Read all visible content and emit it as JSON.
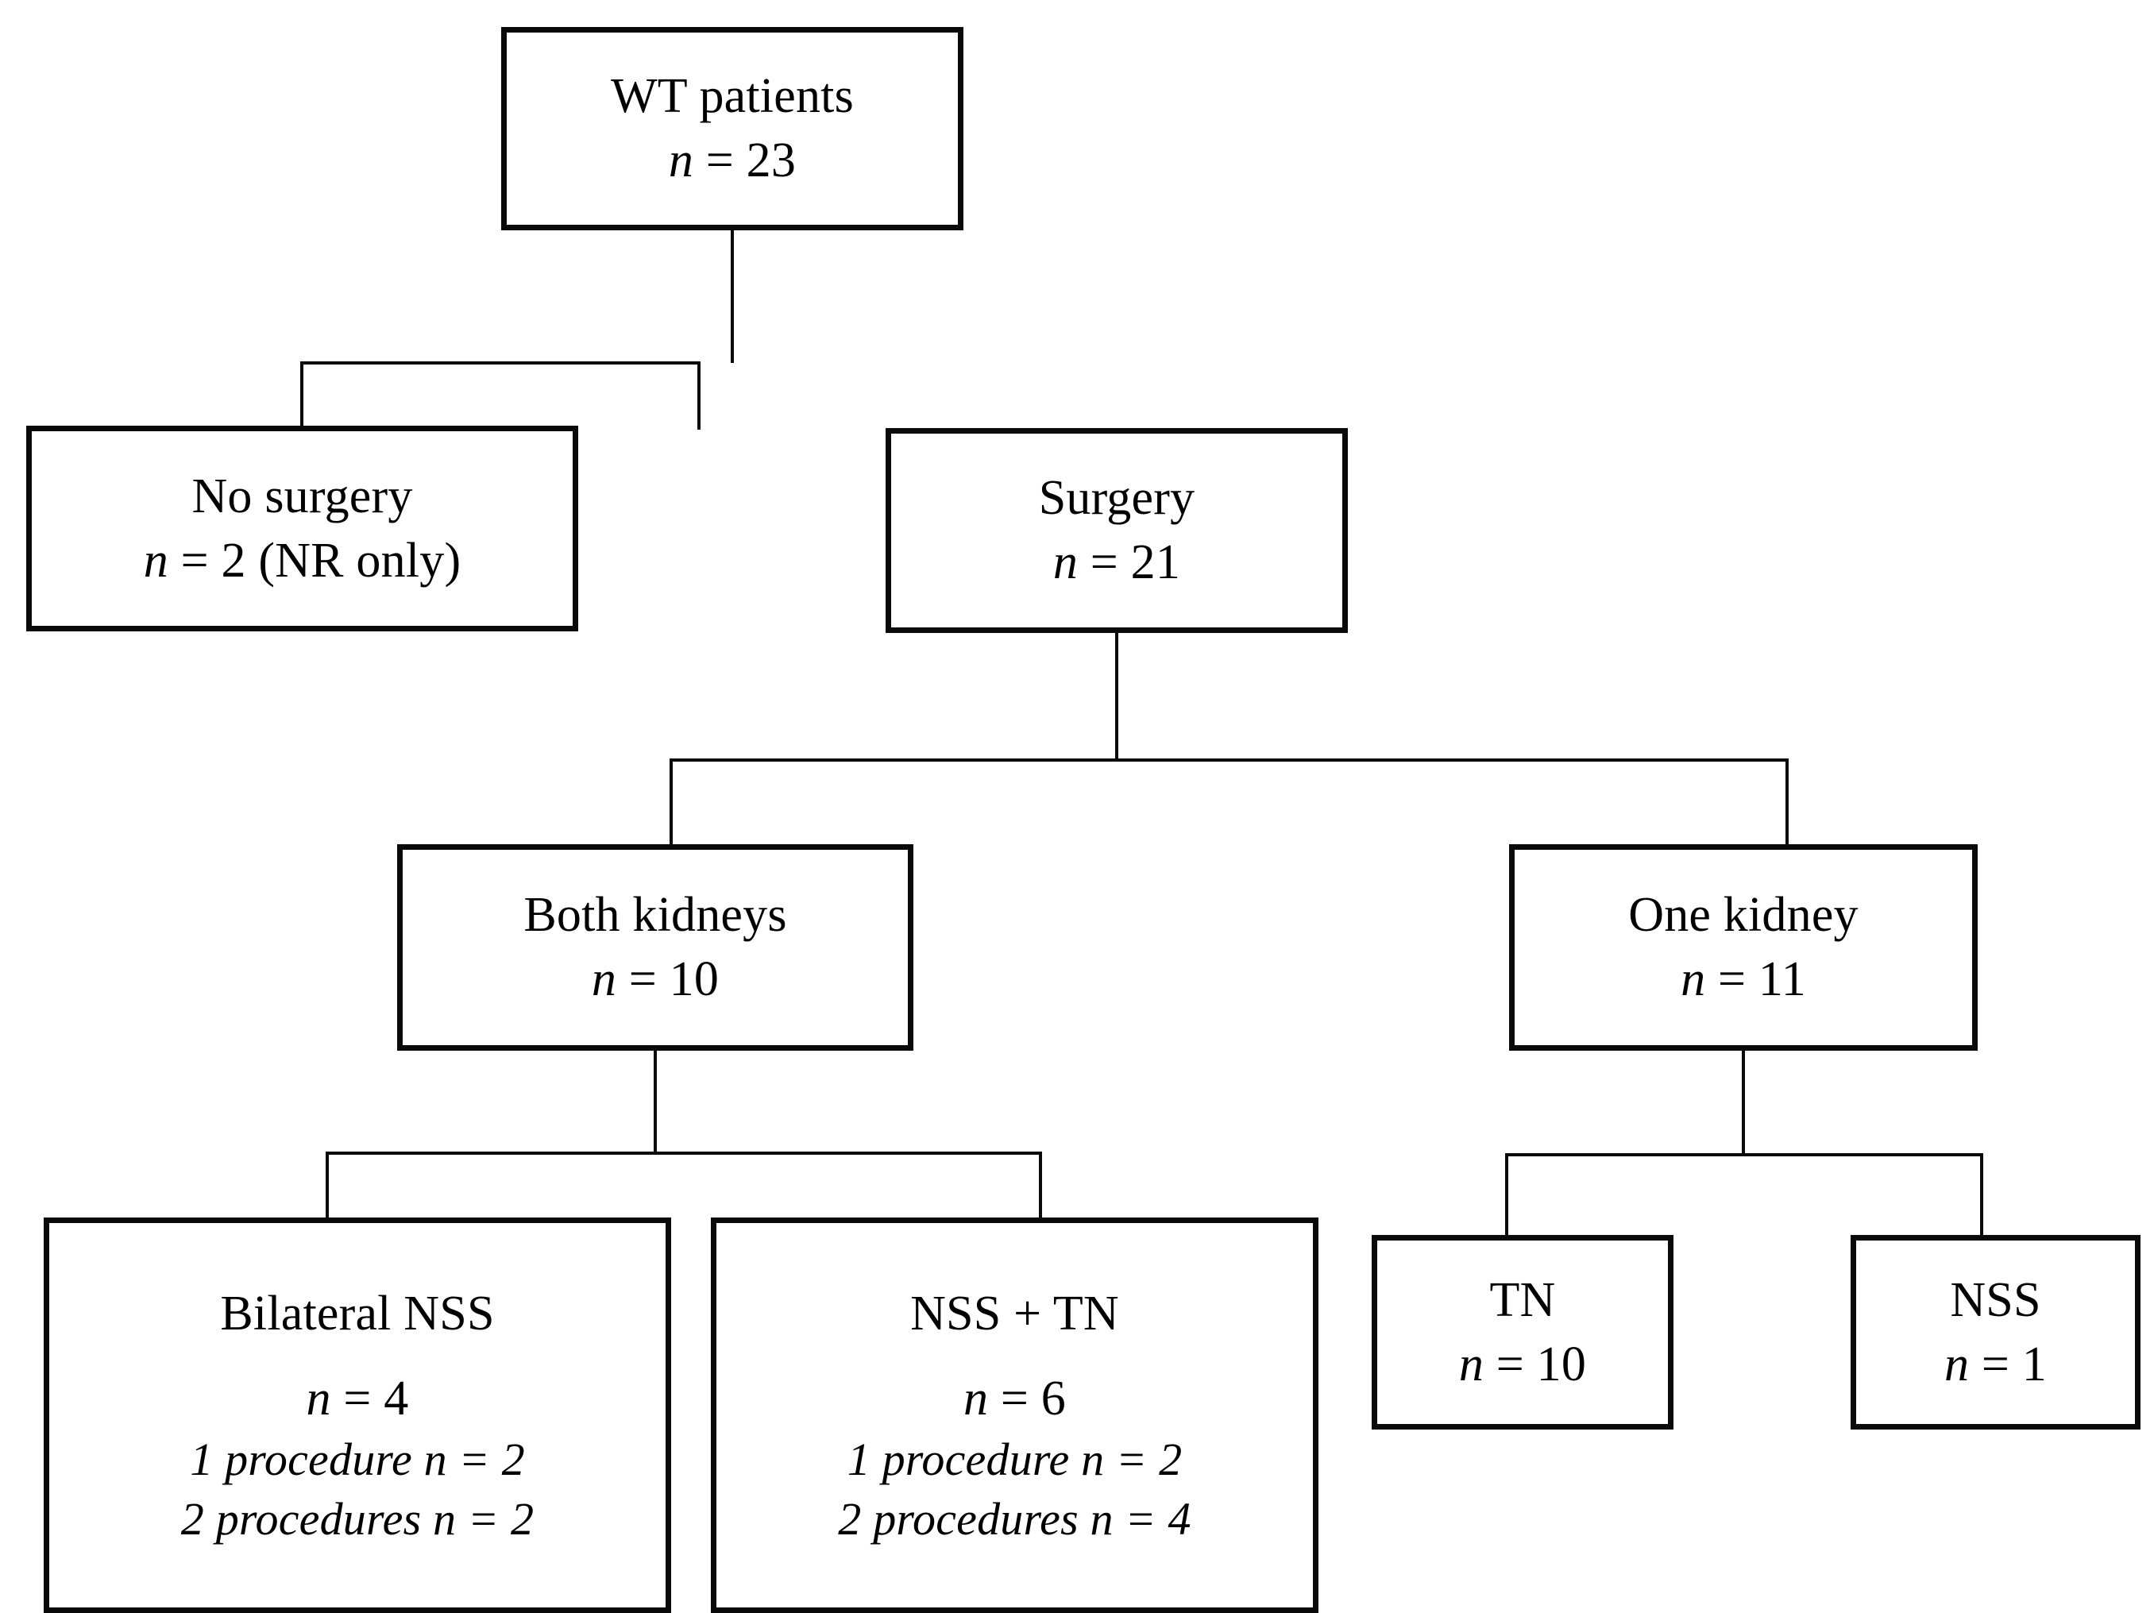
{
  "chart_data": {
    "type": "diagram",
    "diagram_kind": "flowchart",
    "title": "",
    "orientation": "top-down",
    "colors": {
      "box_border": "#0a0a0a",
      "connector": "#0a0a0a",
      "background": "#ffffff",
      "text": "#000000"
    },
    "nodes": [
      {
        "id": "wt",
        "label": "WT patients",
        "count_label": "n = 23",
        "n": 23,
        "level": 0
      },
      {
        "id": "no_surgery",
        "label": "No surgery",
        "count_label": "n = 2 (NR only)",
        "n": 2,
        "level": 1,
        "note": "NR only"
      },
      {
        "id": "surgery",
        "label": "Surgery",
        "count_label": "n = 21",
        "n": 21,
        "level": 1
      },
      {
        "id": "both",
        "label": "Both kidneys",
        "count_label": "n = 10",
        "n": 10,
        "level": 2
      },
      {
        "id": "one",
        "label": "One kidney",
        "count_label": "n = 11",
        "n": 11,
        "level": 2
      },
      {
        "id": "bilat_nss",
        "label": "Bilateral NSS",
        "count_label": "n = 4",
        "n": 4,
        "level": 3,
        "details": [
          "1 procedure n = 2",
          "2 procedures n = 2"
        ]
      },
      {
        "id": "nss_tn",
        "label": "NSS + TN",
        "count_label": "n = 6",
        "n": 6,
        "level": 3,
        "details": [
          "1 procedure n = 2",
          "2 procedures n = 4"
        ]
      },
      {
        "id": "tn",
        "label": "TN",
        "count_label": "n = 10",
        "n": 10,
        "level": 3
      },
      {
        "id": "nss",
        "label": "NSS",
        "count_label": "n = 1",
        "n": 1,
        "level": 3
      }
    ],
    "edges": [
      {
        "from": "wt",
        "to": "no_surgery"
      },
      {
        "from": "wt",
        "to": "surgery"
      },
      {
        "from": "surgery",
        "to": "both"
      },
      {
        "from": "surgery",
        "to": "one"
      },
      {
        "from": "both",
        "to": "bilat_nss"
      },
      {
        "from": "both",
        "to": "nss_tn"
      },
      {
        "from": "one",
        "to": "tn"
      },
      {
        "from": "one",
        "to": "nss"
      }
    ]
  },
  "nodes": {
    "wt": {
      "title": "WT patients",
      "count": "n = 23"
    },
    "no_surgery": {
      "title": "No surgery",
      "count": "n = 2 (NR only)"
    },
    "surgery": {
      "title": "Surgery",
      "count": "n = 21"
    },
    "both": {
      "title": "Both kidneys",
      "count": "n = 10"
    },
    "one": {
      "title": "One kidney",
      "count": "n = 11"
    },
    "bilat_nss": {
      "title": "Bilateral NSS",
      "count": "n = 4",
      "detail1": "1 procedure n = 2",
      "detail2": "2 procedures n = 2"
    },
    "nss_tn": {
      "title": "NSS + TN",
      "count": "n = 6",
      "detail1": "1 procedure n = 2",
      "detail2": "2 procedures n = 4"
    },
    "tn": {
      "title": "TN",
      "count": "n = 10"
    },
    "nss": {
      "title": "NSS",
      "count": "n = 1"
    }
  }
}
